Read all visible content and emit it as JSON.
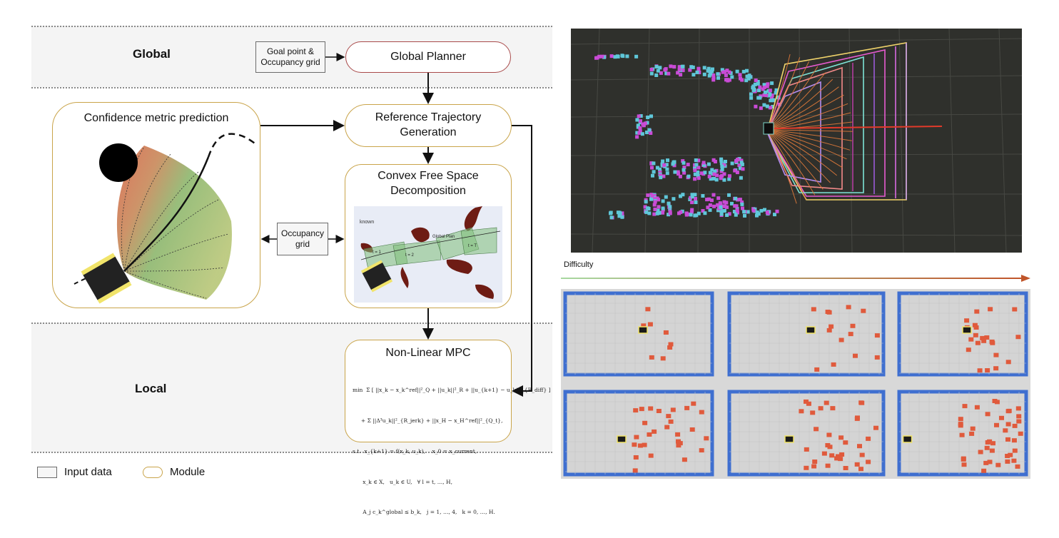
{
  "sections": {
    "global_label": "Global",
    "local_label": "Local"
  },
  "inputs": {
    "goal_occupancy": [
      "Goal point &",
      "Occupancy grid"
    ],
    "occupancy_grid": [
      "Occupancy",
      "grid"
    ]
  },
  "modules": {
    "global_planner": "Global Planner",
    "reference_trajectory": [
      "Reference Trajectory",
      "Generation"
    ],
    "convex_decomposition": [
      "Convex Free Space",
      "Decomposition"
    ],
    "nonlinear_mpc": "Non-Linear MPC",
    "confidence": "Confidence metric prediction"
  },
  "convex_inset": {
    "known": "known",
    "global_plan": "Global Plan",
    "t1": "t = 1",
    "t2": "t = 2",
    "tT": "t = T"
  },
  "mpc_equations": [
    "min  Σ [ ||x_k − x_k^ref||²_Q + ||u_k||²_R + ||u_{k+1} − u_k||²_{R_diff} ]",
    "     + Σ ||Δ³u_k||²_{R_jerk} + ||x_H − x_H^ref||²_{Q_t},",
    "s.t.  x_{k+1} = f(x_k, u_k),    x_0 = x_current,",
    "      x_k ∈ X,   u_k ∈ U,   ∀ l = t, …, H,",
    "      A_j c_k^global ≤ b_k,   j = 1, …, 4,   k = 0, …, H."
  ],
  "legend": {
    "input_label": "Input data",
    "module_label": "Module"
  },
  "difficulty": {
    "label": "Difficulty",
    "gradient_start": "#a8d8a0",
    "gradient_end": "#c0552a"
  },
  "colors": {
    "module_border": "#c9a44a",
    "obstacle": "#e05a3c",
    "wall": "#3f6fd0",
    "confidence_red": "#d9694e",
    "confidence_green": "#7fb36a"
  }
}
